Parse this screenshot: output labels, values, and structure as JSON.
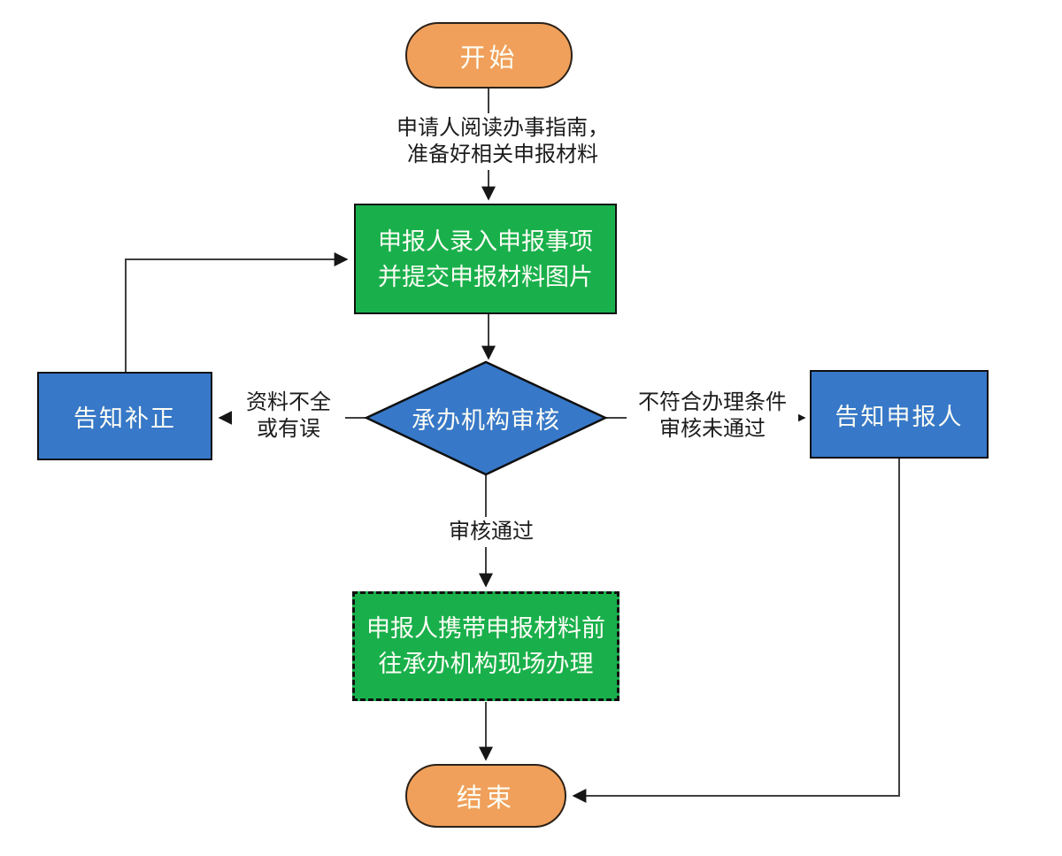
{
  "diagram": {
    "kind": "flowchart",
    "colors": {
      "terminator_fill": "#f0a05a",
      "process_fill": "#19b04c",
      "decision_fill": "#3778c8",
      "shape_border": "#101010",
      "connector": "#3f3f3f",
      "shape_text": "#fdfdf5",
      "label_text": "#1c1c1c"
    },
    "nodes": {
      "start": {
        "label": "开始"
      },
      "submit": {
        "line1": "申报人录入申报事项",
        "line2": "并提交申报材料图片"
      },
      "review": {
        "label": "承办机构审核"
      },
      "notify_correction": {
        "label": "告知补正"
      },
      "notify_applicant": {
        "label": "告知申报人"
      },
      "onsite": {
        "line1": "申报人携带申报材料前",
        "line2": "往承办机构现场办理"
      },
      "end": {
        "label": "结束"
      }
    },
    "edge_labels": {
      "prepare": {
        "line1": "申请人阅读办事指南，",
        "line2": "准备好相关申报材料"
      },
      "incomplete": {
        "line1": "资料不全",
        "line2": "或有误"
      },
      "rejected": {
        "line1": "不符合办理条件",
        "line2": "审核未通过"
      },
      "approved": {
        "label": "审核通过"
      }
    }
  }
}
